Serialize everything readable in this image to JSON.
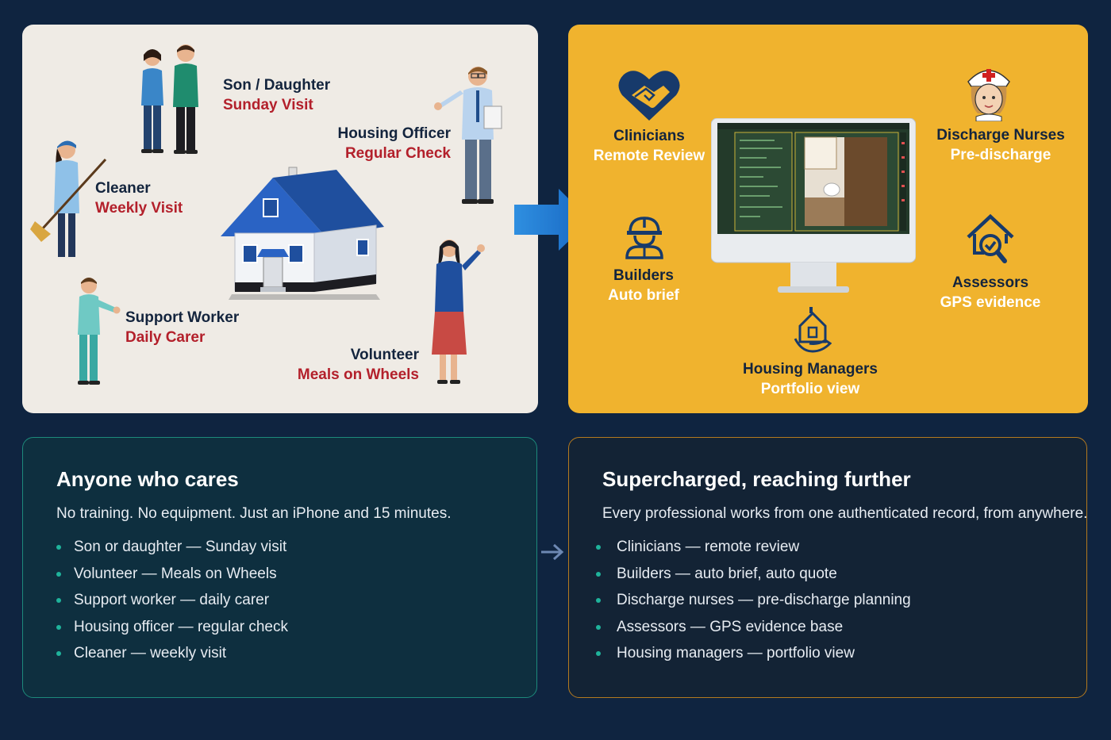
{
  "top_left": {
    "roles": [
      {
        "name": "Son / Daughter",
        "sub": "Sunday Visit"
      },
      {
        "name": "Housing Officer",
        "sub": "Regular Check"
      },
      {
        "name": "Cleaner",
        "sub": "Weekly Visit"
      },
      {
        "name": "Support Worker",
        "sub": "Daily Carer"
      },
      {
        "name": "Volunteer",
        "sub": "Meals on Wheels"
      }
    ]
  },
  "top_right": {
    "roles": [
      {
        "name": "Clinicians",
        "sub": "Remote Review",
        "icon": "handshake-heart-icon"
      },
      {
        "name": "Discharge Nurses",
        "sub": "Pre-discharge",
        "icon": "nurse-icon"
      },
      {
        "name": "Builders",
        "sub": "Auto brief",
        "icon": "builder-icon"
      },
      {
        "name": "Assessors",
        "sub": "GPS evidence",
        "icon": "house-search-icon"
      },
      {
        "name": "Housing Managers",
        "sub": "Portfolio view",
        "icon": "house-in-hand-icon"
      }
    ]
  },
  "bottom_left": {
    "title": "Anyone who cares",
    "subtitle": "No training. No equipment. Just an iPhone and 15 minutes.",
    "items": [
      "Son or daughter — Sunday visit",
      "Volunteer — Meals on Wheels",
      "Support worker — daily carer",
      "Housing officer — regular check",
      "Cleaner — weekly visit"
    ]
  },
  "bottom_right": {
    "title": "Supercharged, reaching further",
    "subtitle": "Every professional works from one authenticated record, from anywhere.",
    "items": [
      "Clinicians — remote review",
      "Builders — auto brief, auto quote",
      "Discharge nurses — pre-discharge planning",
      "Assessors — GPS evidence base",
      "Housing managers — portfolio view"
    ]
  },
  "colors": {
    "background": "#0f2440",
    "left_panel": "#efebe5",
    "right_panel": "#f0b32e",
    "accent_red": "#b3202b",
    "accent_blue": "#1f7fd6",
    "teal": "#1fb39b"
  }
}
